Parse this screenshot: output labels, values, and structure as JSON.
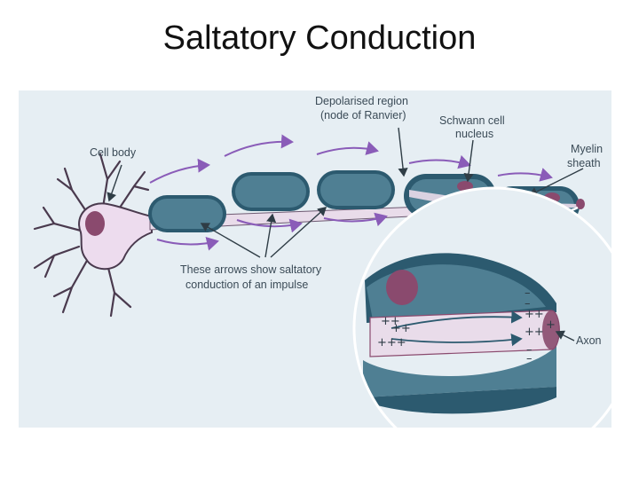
{
  "title": "Saltatory Conduction",
  "colors": {
    "panel_bg": "#e6eef3",
    "myelin_dark": "#2c5a6f",
    "myelin_light": "#4f7f93",
    "axon_fill": "#e9dcea",
    "cell_body_fill": "#eddcee",
    "nucleus": "#8a4a6e",
    "arrow_purple": "#8a5cb8",
    "callout_outline": "#ffffff"
  },
  "labels": {
    "depolarised_line1": "Depolarised region",
    "depolarised_line2": "(node of Ranvier)",
    "schwann_line1": "Schwann cell",
    "schwann_line2": "nucleus",
    "cell_body": "Cell body",
    "myelin_line1": "Myelin",
    "myelin_line2": "sheath",
    "arrows_line1": "These arrows show saltatory",
    "arrows_line2": "conduction of an impulse",
    "axon": "Axon"
  },
  "charges": {
    "left_top": "++",
    "left_top2": "++",
    "left_bottom": "+++",
    "right_top": "++",
    "right_mid": "++",
    "right_bottom": "+",
    "minus": "–"
  }
}
